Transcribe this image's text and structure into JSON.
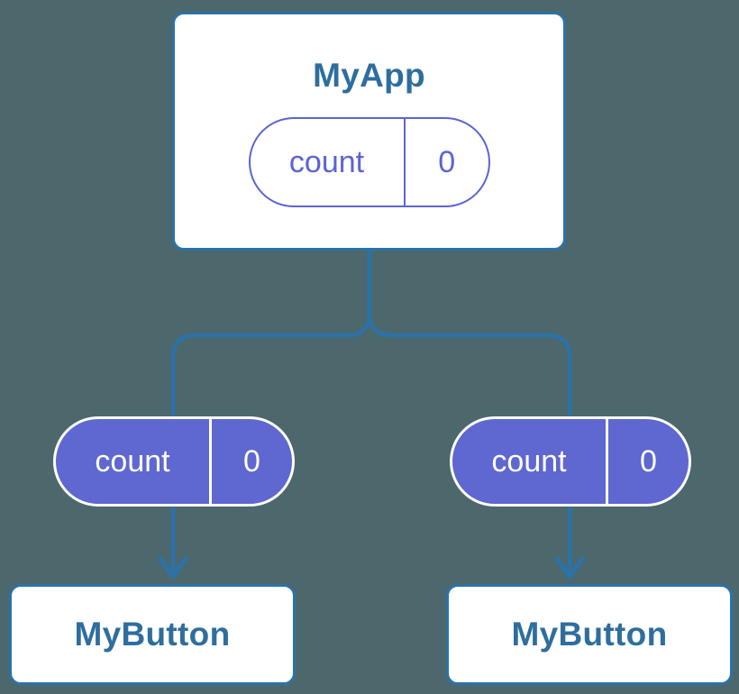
{
  "colors": {
    "background": "#4C686D",
    "connector_line": "#2B72A8",
    "card_border": "#2B72A9",
    "card_background": "#FFFFFF",
    "title_text": "#2E6E9E",
    "pill_indigo": "#5B64D6",
    "pill_fill_purple": "#5F67D0",
    "pill_text_on_purple": "#FFFFFF"
  },
  "tree": {
    "root": {
      "title": "MyApp",
      "state": {
        "name": "count",
        "value": "0"
      }
    },
    "children": [
      {
        "title": "MyButton",
        "prop": {
          "name": "count",
          "value": "0"
        }
      },
      {
        "title": "MyButton",
        "prop": {
          "name": "count",
          "value": "0"
        }
      }
    ]
  }
}
